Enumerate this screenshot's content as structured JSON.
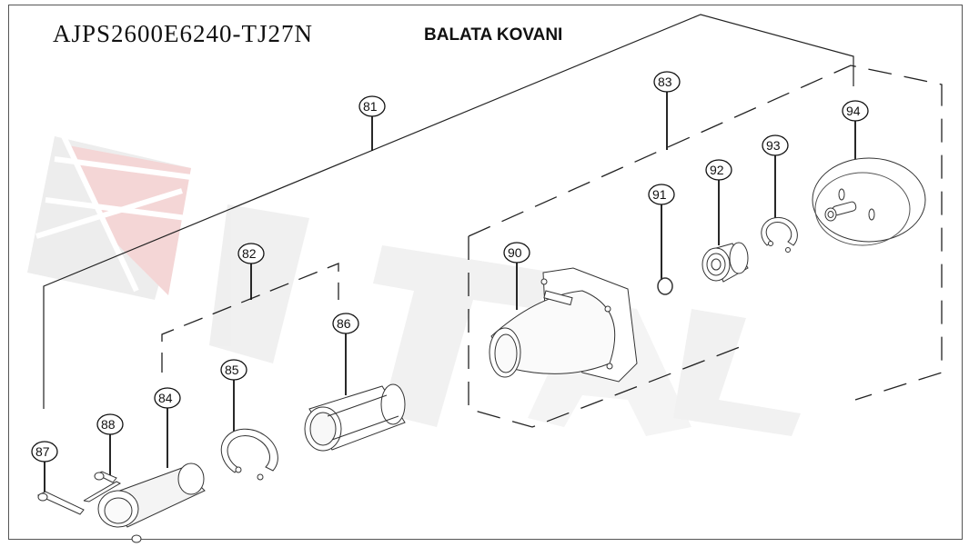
{
  "header": {
    "part_code": "AJPS2600E6240-TJ27N",
    "part_name": "BALATA KOVANI"
  },
  "watermark": {
    "text": "ITAL",
    "colors": {
      "red": "#f3d4d4",
      "gray": "#ececec"
    }
  },
  "callouts": [
    {
      "id": "81",
      "label": "81"
    },
    {
      "id": "82",
      "label": "82"
    },
    {
      "id": "83",
      "label": "83"
    },
    {
      "id": "84",
      "label": "84"
    },
    {
      "id": "85",
      "label": "85"
    },
    {
      "id": "86",
      "label": "86"
    },
    {
      "id": "87",
      "label": "87"
    },
    {
      "id": "88",
      "label": "88"
    },
    {
      "id": "90",
      "label": "90"
    },
    {
      "id": "91",
      "label": "91"
    },
    {
      "id": "92",
      "label": "92"
    },
    {
      "id": "93",
      "label": "93"
    },
    {
      "id": "94",
      "label": "94"
    }
  ],
  "parts": [
    {
      "callout": "84",
      "shape": "clamp-sleeve"
    },
    {
      "callout": "85",
      "shape": "circlip"
    },
    {
      "callout": "86",
      "shape": "splined-bushing"
    },
    {
      "callout": "87",
      "shape": "long-bolt"
    },
    {
      "callout": "88",
      "shape": "short-bolt"
    },
    {
      "callout": "90",
      "shape": "clutch-housing"
    },
    {
      "callout": "91",
      "shape": "small-snap-ring"
    },
    {
      "callout": "92",
      "shape": "ball-bearing"
    },
    {
      "callout": "93",
      "shape": "circlip"
    },
    {
      "callout": "94",
      "shape": "clutch-drum"
    }
  ]
}
